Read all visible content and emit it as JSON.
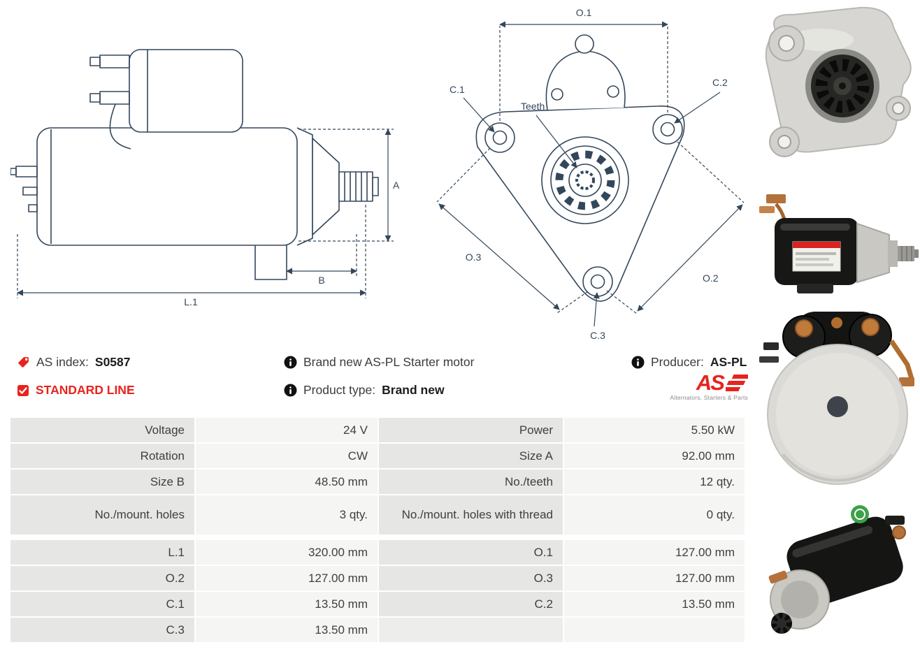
{
  "header": {
    "as_index_label": "AS index:",
    "as_index_value": "S0587",
    "standard_line": "STANDARD LINE",
    "brand_new_text": "Brand new AS-PL Starter motor",
    "product_type_label": "Product type:",
    "product_type_value": "Brand new",
    "producer_label": "Producer:",
    "producer_value": "AS-PL",
    "logo_text": "AS",
    "logo_tagline": "Alternators, Starters & Parts"
  },
  "colors": {
    "accent_red": "#e8231d",
    "drawing_line": "#33475b",
    "table_label_bg": "#e6e6e5",
    "table_value_bg": "#f5f5f4"
  },
  "diagrams": {
    "side": {
      "a": "A",
      "b": "B",
      "l1": "L.1"
    },
    "front": {
      "o1": "O.1",
      "o2": "O.2",
      "o3": "O.3",
      "c1": "C.1",
      "c2": "C.2",
      "c3": "C.3",
      "teeth": "Teeth"
    }
  },
  "spec_table": {
    "rows": [
      {
        "label1": "Voltage",
        "value1": "24 V",
        "label2": "Power",
        "value2": "5.50 kW"
      },
      {
        "label1": "Rotation",
        "value1": "CW",
        "label2": "Size A",
        "value2": "92.00 mm"
      },
      {
        "label1": "Size B",
        "value1": "48.50 mm",
        "label2": "No./teeth",
        "value2": "12 qty."
      },
      {
        "label1": "No./mount. holes",
        "value1": "3 qty.",
        "label2": "No./mount. holes with thread",
        "value2": "0 qty."
      }
    ],
    "rows2": [
      {
        "label1": "L.1",
        "value1": "320.00 mm",
        "label2": "O.1",
        "value2": "127.00 mm"
      },
      {
        "label1": "O.2",
        "value1": "127.00 mm",
        "label2": "O.3",
        "value2": "127.00 mm"
      },
      {
        "label1": "C.1",
        "value1": "13.50 mm",
        "label2": "C.2",
        "value2": "13.50 mm"
      },
      {
        "label1": "C.3",
        "value1": "13.50 mm",
        "label2": "",
        "value2": ""
      }
    ]
  }
}
